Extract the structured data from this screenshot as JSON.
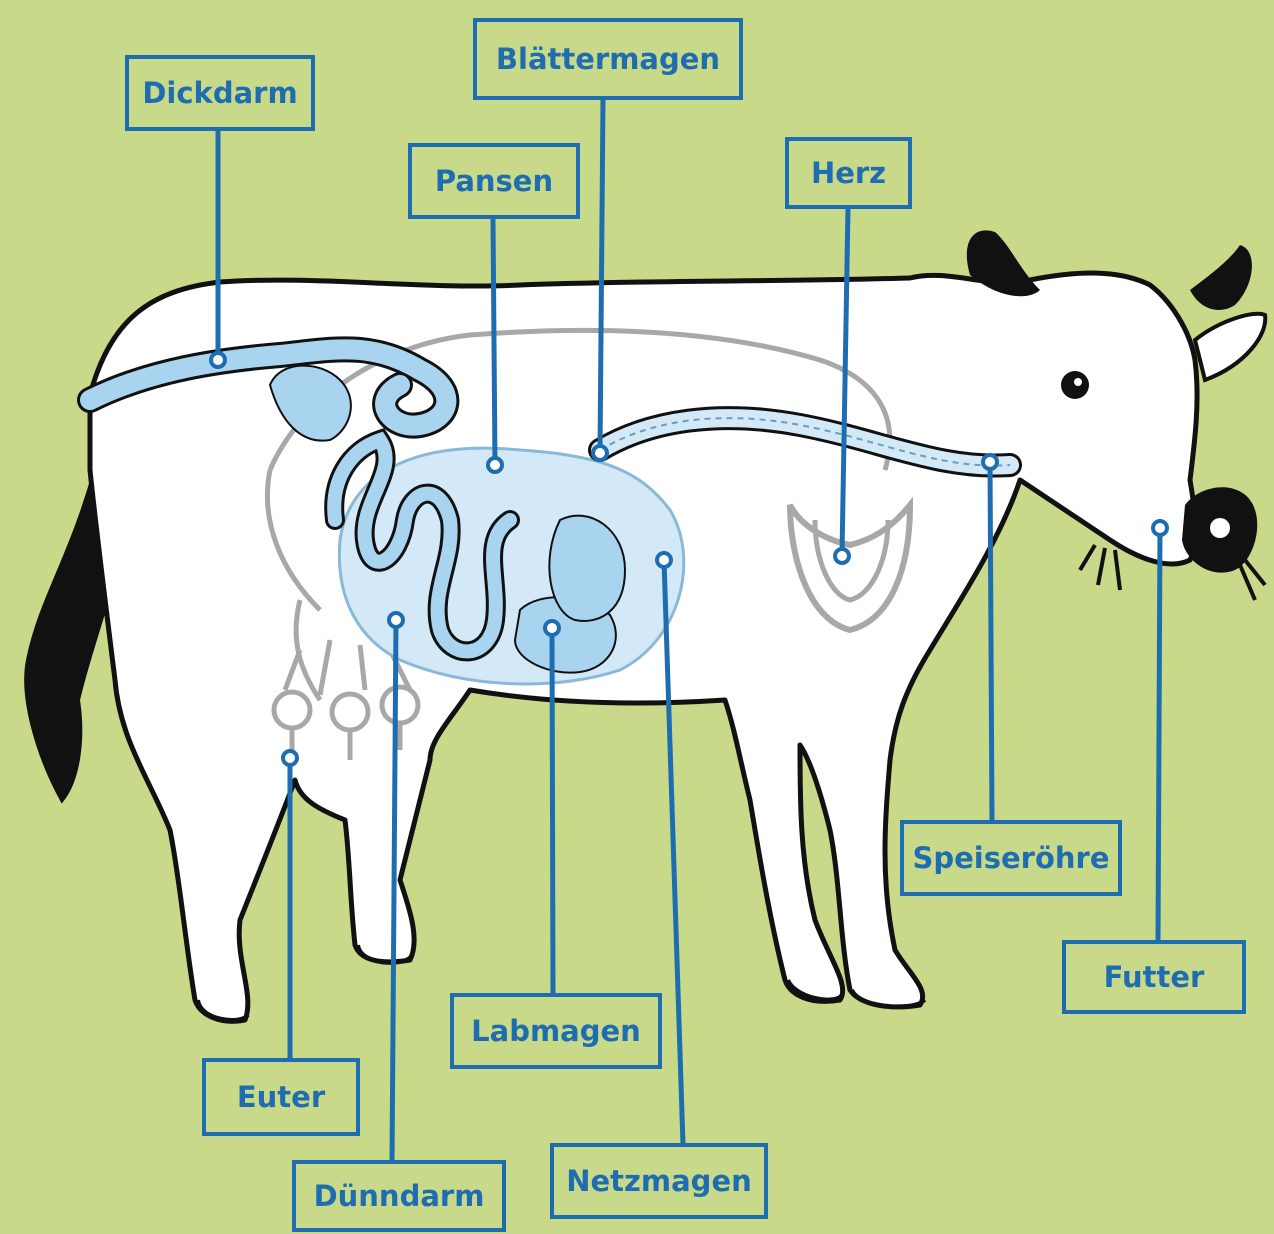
{
  "diagram": {
    "subject": "cow-digestive-system",
    "colors": {
      "background": "#c8d98a",
      "label": "#1f6db1",
      "organ_fill": "#a9d4f0",
      "organ_light": "#d3e9f7",
      "outline": "#111111",
      "inner_outline": "#a8a8a8"
    },
    "labels": {
      "dickdarm": "Dickdarm",
      "blaettermagen": "Blättermagen",
      "pansen": "Pansen",
      "herz": "Herz",
      "speiseroehre": "Speiseröhre",
      "futter": "Futter",
      "labmagen": "Labmagen",
      "euter": "Euter",
      "duenndarm": "Dünndarm",
      "netzmagen": "Netzmagen"
    }
  }
}
